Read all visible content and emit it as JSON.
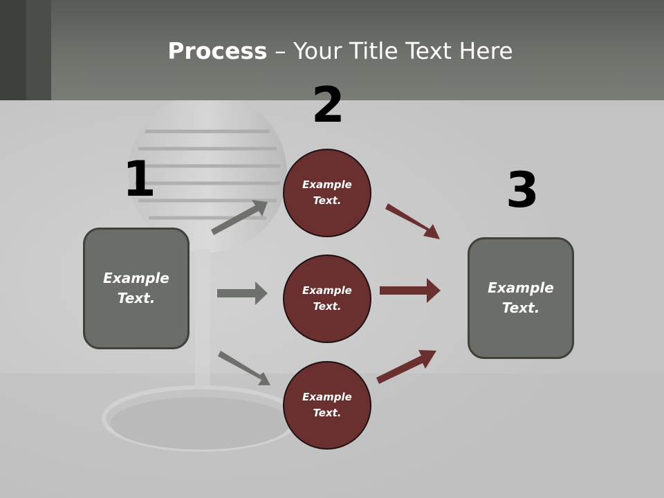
{
  "title": {
    "bold": "Process",
    "rest": " – Your Title Text Here"
  },
  "steps": {
    "one": "1",
    "two": "2",
    "three": "3"
  },
  "left_box": {
    "text_line1": "Example",
    "text_line2": "Text."
  },
  "right_box": {
    "text_line1": "Example",
    "text_line2": "Text."
  },
  "circles": [
    {
      "line1": "Example",
      "line2": "Text."
    },
    {
      "line1": "Example",
      "line2": "Text."
    },
    {
      "line1": "Example",
      "line2": "Text."
    }
  ],
  "colors": {
    "gray_arrow": "#6e716b",
    "red_arrow": "#6a3030",
    "box_fill": "#6b6d68",
    "circle_fill": "#6a3030"
  }
}
